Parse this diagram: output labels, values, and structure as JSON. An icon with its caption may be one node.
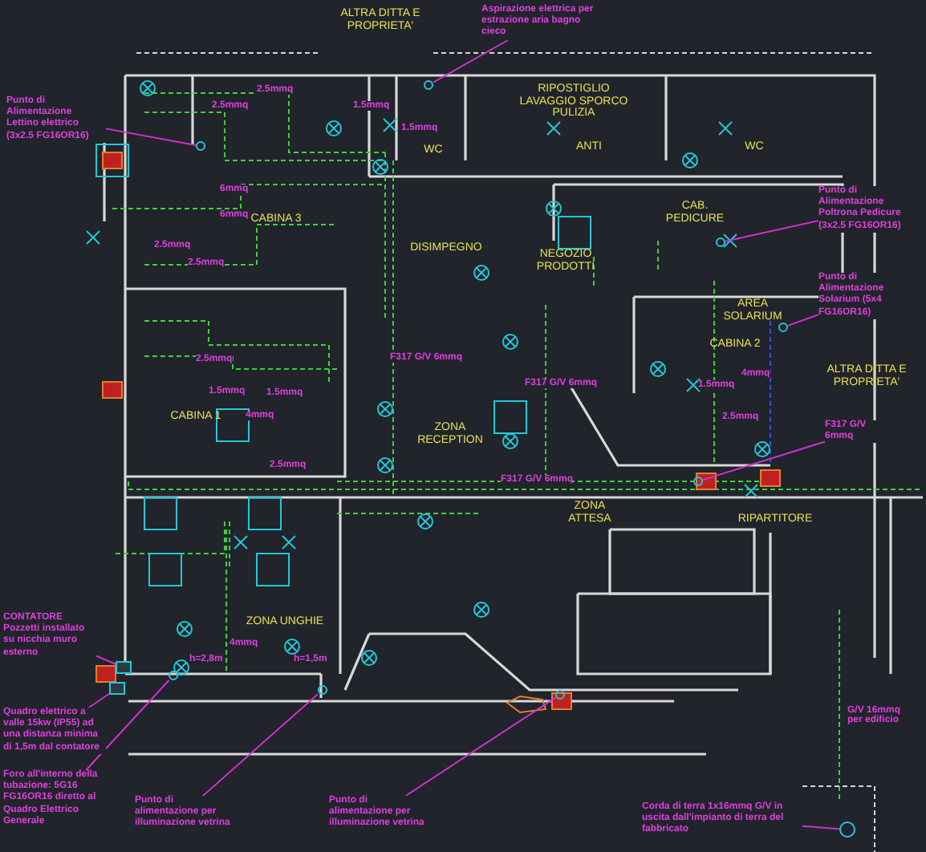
{
  "diagram": {
    "nodes": [
      {
        "text": [
          "Punto di Alimentazione Lettino elettrico (3x2.5 FG16OR16)"
        ]
      },
      {
        "text": [],
        "shape": "circle"
      },
      {
        "text": [
          "Aspirazione elettrica per estrazione aria bagno cieco"
        ]
      },
      {
        "text": [],
        "shape": "circle"
      },
      {
        "text": [
          "Punto di Alimentazione Poltrona Pedicure (3x2.5 FG16OR16)"
        ]
      },
      {
        "text": [],
        "shape": "circle"
      },
      {
        "text": [
          "Punto di Alimentazione Solarium (5x4 FG16OR16)"
        ]
      },
      {
        "text": [],
        "shape": "circle"
      },
      {
        "text": [
          "F317 G/V 6mmq"
        ]
      },
      {
        "text": [],
        "shape": "circle"
      },
      {
        "text": [
          "CONTATORE Pozzetti installato su nicchia muro esterno"
        ]
      },
      {
        "text": [],
        "shape": "box"
      },
      {
        "text": [
          "Quadro elettrico a valle 15kw (IP55) ad una distanza minima di 1,5m dal contatore"
        ]
      },
      {
        "text": [],
        "shape": "box"
      },
      {
        "text": [
          "Foro all'interno della tubazione: 5G16 FG16OR16 diretto al Quadro Elettrico Generale"
        ]
      },
      {
        "text": [],
        "shape": "circle"
      },
      {
        "text": [
          "Punto di alimentazione per illuminazione vetrina"
        ]
      },
      {
        "text": [],
        "shape": "circle"
      },
      {
        "text": [
          "Punto di alimentazione per illuminazione vetrina"
        ]
      },
      {
        "text": [],
        "shape": "circle"
      },
      {
        "text": [
          "Corda di terra 1x16mmq G/V in uscita dall'impianto di terra del fabbricato"
        ]
      },
      {
        "text": [],
        "shape": "circle"
      }
    ],
    "edges": [
      {
        "from": 0,
        "to": 1,
        "arrow": "none"
      },
      {
        "from": 2,
        "to": 3,
        "arrow": "none"
      },
      {
        "from": 4,
        "to": 5,
        "arrow": "none"
      },
      {
        "from": 6,
        "to": 7,
        "arrow": "none"
      },
      {
        "from": 8,
        "to": 9,
        "arrow": "none"
      },
      {
        "from": 10,
        "to": 11,
        "arrow": "none"
      },
      {
        "from": 12,
        "to": 13,
        "arrow": "none"
      },
      {
        "from": 14,
        "to": 15,
        "arrow": "none"
      },
      {
        "from": 16,
        "to": 17,
        "arrow": "none"
      },
      {
        "from": 18,
        "to": 19,
        "arrow": "none"
      },
      {
        "from": 20,
        "to": 21,
        "arrow": "none"
      }
    ],
    "labels": [
      "ALTRA DITTA E PROPRIETA'",
      "RIPOSTIGLIO LAVAGGIO SPORCO PULIZIA",
      "WC",
      "ANTI",
      "WC",
      "CABINA 3",
      "DISIMPEGNO",
      "CAB. PEDICURE",
      "NEGOZIO PRODOTTI",
      "CABINA 1",
      "ZONA RECEPTION",
      "AREA SOLARIUM",
      "CABINA 2",
      "ALTRA DITTA E PROPRIETA'",
      "ZONA ATTESA",
      "RIPARTITORE",
      "ZONA UNGHIE",
      "2.5mmq",
      "2.5mmq",
      "1.5mmq",
      "1.5mmq",
      "6mmq",
      "6mmq",
      "2.5mmq",
      "2.5mmq",
      "1.5mmq",
      "1.5mmq",
      "2.5mmq",
      "4mmq",
      "2.5mmq",
      "F317 G/V 6mmq",
      "F317 G/V 6mmq",
      "F317 G/V 6mmq",
      "1.5mmq",
      "2.5mmq",
      "4mmq",
      "h=2,8m",
      "h=1,5m",
      "4mmq",
      "G/V 16mmq per edificio"
    ]
  }
}
